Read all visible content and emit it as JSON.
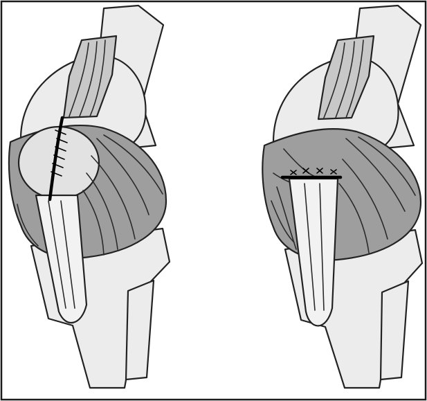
{
  "figure": {
    "panels": [
      {
        "id": "left",
        "repair": "vertical-suture"
      },
      {
        "id": "right",
        "repair": "horizontal-suture"
      }
    ],
    "colors": {
      "bone": "#ececec",
      "capsule": "#9e9e9e",
      "tendon": "#c8c8c8",
      "patella": "#e2e2e2",
      "suture": "#000000"
    }
  }
}
